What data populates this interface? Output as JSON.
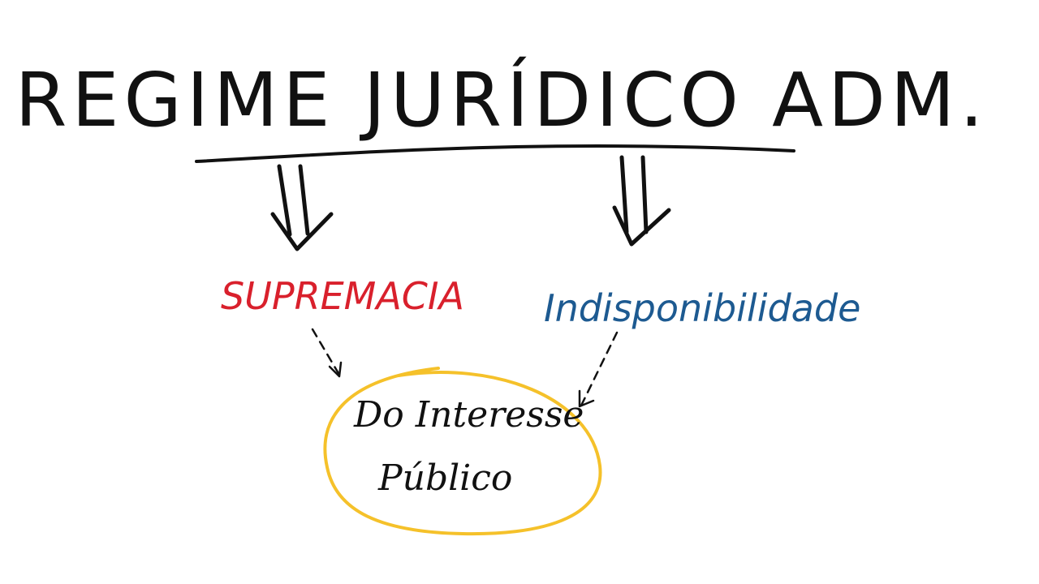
{
  "title": "REGIME JURÍDICO ADM.",
  "left_branch": {
    "label": "SUPREMACIA"
  },
  "right_branch": {
    "label": "Indisponibilidade"
  },
  "center": {
    "line1": "Do Interesse",
    "line2": "Público"
  },
  "colors": {
    "ink": "#111111",
    "left_label": "#d9202c",
    "right_label": "#1d5a91",
    "highlight_circle": "#f5c12a"
  }
}
